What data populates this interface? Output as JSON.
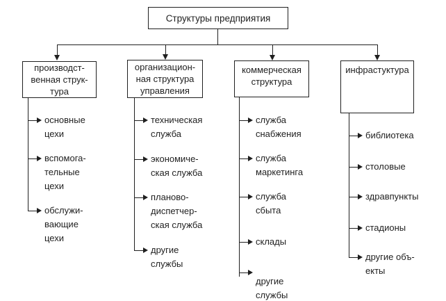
{
  "diagram_title": "Структуры предприятия",
  "colors": {
    "line": "#1f1f1f",
    "text": "#1f1f1f",
    "background": "#ffffff"
  },
  "branches": [
    {
      "name": "production-structure",
      "label_lines": [
        "производст-",
        "венная струк-",
        "тура"
      ],
      "items": [
        {
          "lines": [
            "основные",
            "цехи"
          ]
        },
        {
          "lines": [
            "вспомога-",
            "тельные",
            "цехи"
          ]
        },
        {
          "lines": [
            "обслужи-",
            "вающие",
            "цехи"
          ]
        }
      ]
    },
    {
      "name": "org-management-structure",
      "label_lines": [
        "организацион-",
        "ная структура",
        "управления"
      ],
      "items": [
        {
          "lines": [
            "техническая",
            "служба"
          ]
        },
        {
          "lines": [
            "экономиче-",
            "ская служба"
          ]
        },
        {
          "lines": [
            "планово-",
            "диспетчер-",
            "ская служба"
          ]
        },
        {
          "lines": [
            "другие",
            "службы"
          ]
        }
      ]
    },
    {
      "name": "commercial-structure",
      "label_lines": [
        "коммерческая",
        "структура"
      ],
      "items": [
        {
          "lines": [
            "служба",
            "снабжения"
          ]
        },
        {
          "lines": [
            "служба",
            "маркетинга"
          ]
        },
        {
          "lines": [
            "служба",
            "сбыта"
          ]
        },
        {
          "lines": [
            "склады"
          ]
        },
        {
          "lines": [
            "другие",
            "службы"
          ]
        }
      ]
    },
    {
      "name": "infrastructure",
      "label_lines": [
        "инфрастуктура"
      ],
      "items": [
        {
          "lines": [
            "библиотека"
          ]
        },
        {
          "lines": [
            "столовые"
          ]
        },
        {
          "lines": [
            "здравпункты"
          ]
        },
        {
          "lines": [
            "стадионы"
          ]
        },
        {
          "lines": [
            "другие объ-",
            "екты"
          ]
        }
      ]
    }
  ]
}
